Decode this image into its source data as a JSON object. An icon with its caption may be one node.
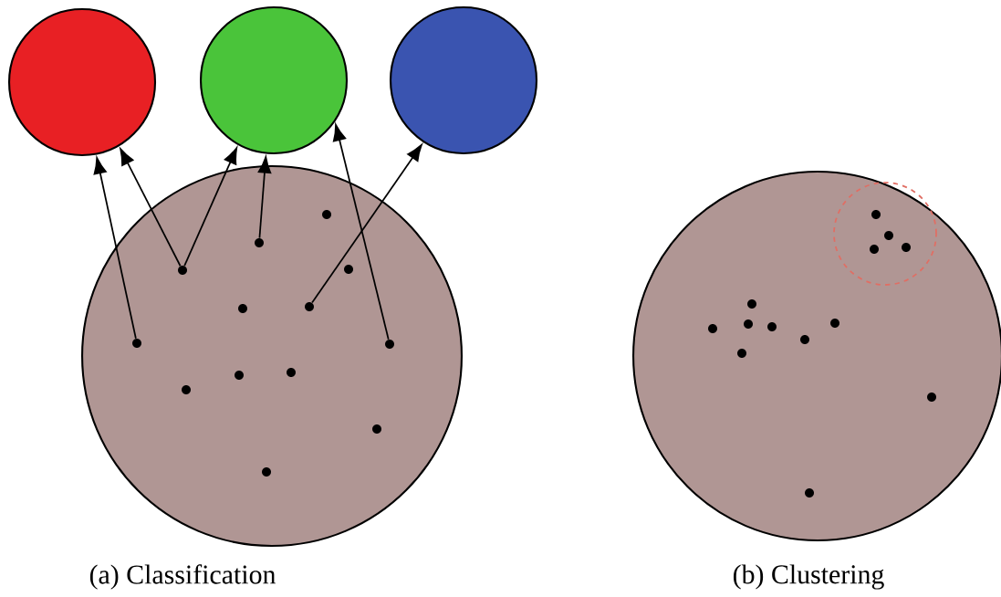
{
  "diagram": {
    "nodes": [
      {
        "text": [],
        "shape": "circle"
      },
      {
        "text": [],
        "shape": "circle"
      },
      {
        "text": [],
        "shape": "circle"
      },
      {
        "text": [],
        "shape": "circle"
      },
      {
        "text": [],
        "shape": "circle",
        "in": 3
      },
      {
        "text": [],
        "shape": "circle",
        "in": 3
      },
      {
        "text": [],
        "shape": "circle",
        "in": 3
      },
      {
        "text": [],
        "shape": "circle",
        "in": 3
      },
      {
        "text": [],
        "shape": "circle",
        "in": 3
      },
      {
        "text": [],
        "shape": "circle",
        "in": 3
      },
      {
        "text": [],
        "shape": "circle",
        "in": 3
      },
      {
        "text": [],
        "shape": "circle",
        "in": 3
      },
      {
        "text": [],
        "shape": "circle",
        "in": 3
      },
      {
        "text": [],
        "shape": "circle",
        "in": 3
      },
      {
        "text": [],
        "shape": "circle",
        "in": 3
      },
      {
        "text": [],
        "shape": "circle",
        "in": 3
      },
      {
        "text": [],
        "shape": "circle",
        "in": 3
      },
      {
        "text": [],
        "shape": "circle"
      },
      {
        "text": [],
        "shape": "circle",
        "in": 17
      },
      {
        "text": [],
        "shape": "circle",
        "in": 18
      },
      {
        "text": [],
        "shape": "circle",
        "in": 18
      },
      {
        "text": [],
        "shape": "circle",
        "in": 18
      },
      {
        "text": [],
        "shape": "circle",
        "in": 18
      },
      {
        "text": [],
        "shape": "circle",
        "in": 17
      },
      {
        "text": [],
        "shape": "circle",
        "in": 17
      },
      {
        "text": [],
        "shape": "circle",
        "in": 17
      },
      {
        "text": [],
        "shape": "circle",
        "in": 17
      },
      {
        "text": [],
        "shape": "circle",
        "in": 17
      },
      {
        "text": [],
        "shape": "circle",
        "in": 17
      },
      {
        "text": [],
        "shape": "circle",
        "in": 17
      },
      {
        "text": [],
        "shape": "circle",
        "in": 17
      },
      {
        "text": [],
        "shape": "circle",
        "in": 17
      }
    ],
    "edges": [
      {
        "from": 10,
        "to": 0,
        "arrow": "to"
      },
      {
        "from": 6,
        "to": 0,
        "arrow": "to"
      },
      {
        "from": 6,
        "to": 1,
        "arrow": "to"
      },
      {
        "from": 5,
        "to": 1,
        "arrow": "to"
      },
      {
        "from": 11,
        "to": 1,
        "arrow": "to"
      },
      {
        "from": 8,
        "to": 2,
        "arrow": "to"
      }
    ],
    "labels": [
      "(a) Classification",
      "(b) Clustering"
    ]
  }
}
